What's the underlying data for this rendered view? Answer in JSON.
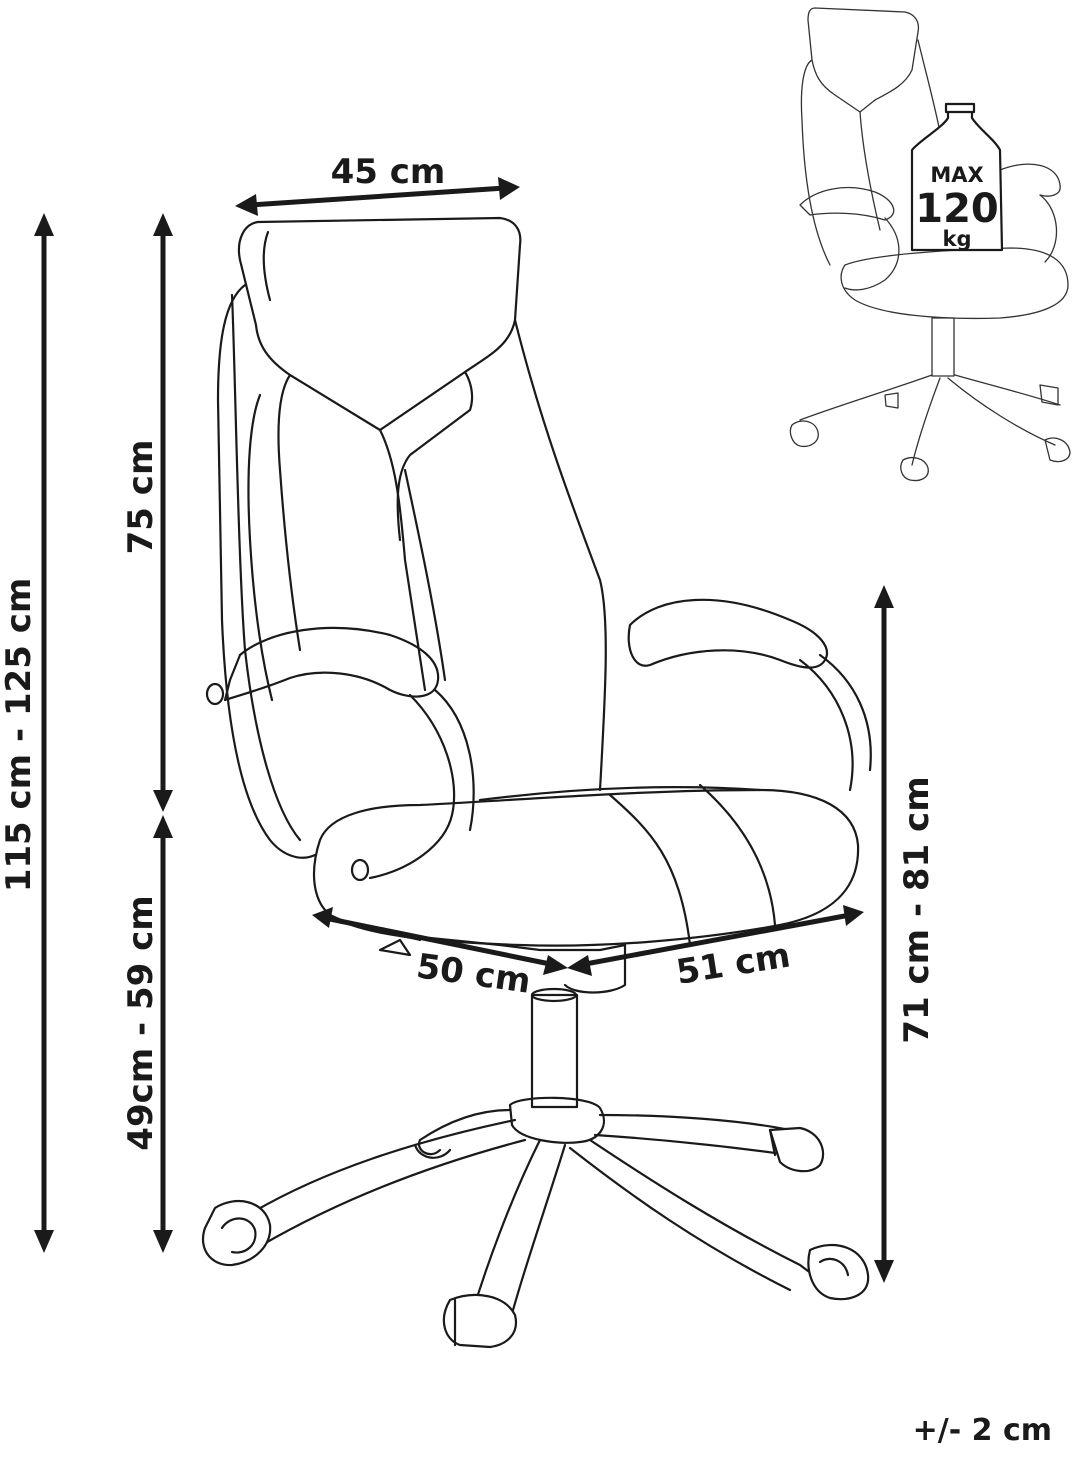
{
  "diagram": {
    "dimensions": {
      "top_width": "45 cm",
      "total_height": "115 cm - 125 cm",
      "backrest_height": "75 cm",
      "seat_height": "49cm - 59 cm",
      "seat_depth": "50 cm",
      "seat_width": "51 cm",
      "armrest_height": "71 cm - 81 cm"
    },
    "weight_badge": {
      "line1": "MAX",
      "line2": "120",
      "line3": "kg"
    },
    "tolerance": "+/- 2 cm"
  }
}
